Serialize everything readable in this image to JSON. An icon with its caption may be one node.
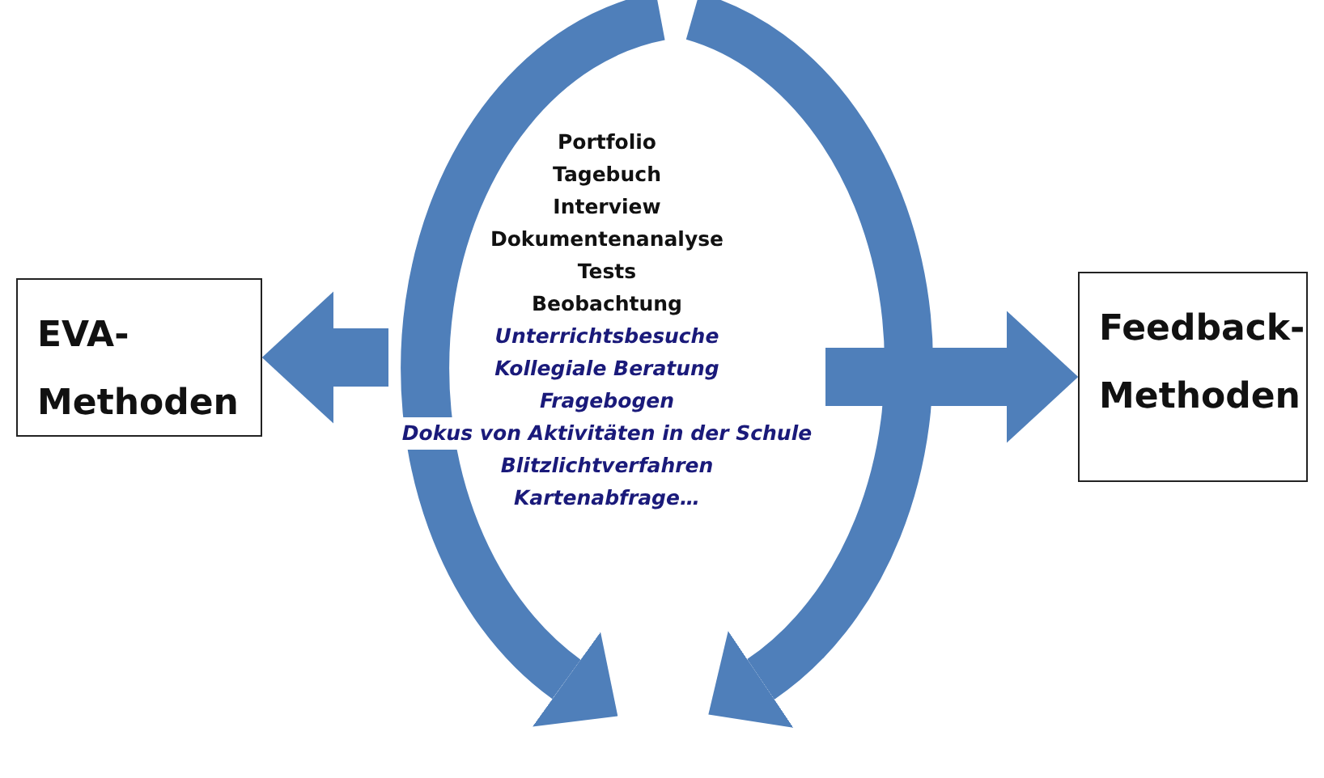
{
  "diagram": {
    "nodes": [
      {
        "text": [
          "Portfolio",
          "Tagebuch",
          "Interview",
          "Dokumentenanalyse",
          "Tests",
          "Beobachtung",
          "Unterrichtsbesuche",
          "Kollegiale Beratung",
          "Fragebogen",
          "Dokus von Aktivitäten in der Schule",
          "Blitzlichtverfahren",
          "Kartenabfrage…"
        ]
      },
      {
        "text": [
          "EVA- Methoden"
        ]
      },
      {
        "text": [
          "Feedback- Methoden"
        ]
      }
    ],
    "edges": [
      {
        "from": 0,
        "to": 1,
        "arrow": "to"
      },
      {
        "from": 0,
        "to": 2,
        "arrow": "to"
      }
    ]
  }
}
